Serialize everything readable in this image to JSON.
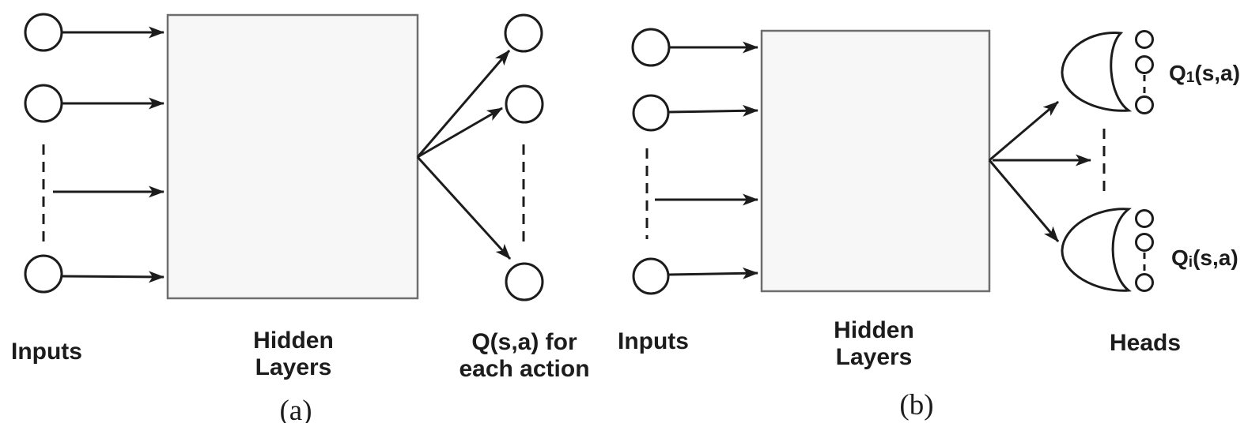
{
  "figure": {
    "panel_a": {
      "caption": "(a)",
      "inputs_label": "Inputs",
      "hidden_layers_label": "Hidden\nLayers",
      "outputs_label": "Q(s,a) for\neach action"
    },
    "panel_b": {
      "caption": "(b)",
      "inputs_label": "Inputs",
      "hidden_layers_label": "Hidden\nLayers",
      "heads_label": "Heads",
      "head_top_label": {
        "base": "Q",
        "sub": "1",
        "rest": "(s,a)"
      },
      "head_bottom_label": {
        "base": "Q",
        "sub": "i",
        "rest": "(s,a)"
      }
    },
    "colors": {
      "line": "#1c1c1c",
      "box_fill": "#f7f7f7",
      "box_border": "#6e6e6e",
      "background": "#ffffff"
    }
  }
}
